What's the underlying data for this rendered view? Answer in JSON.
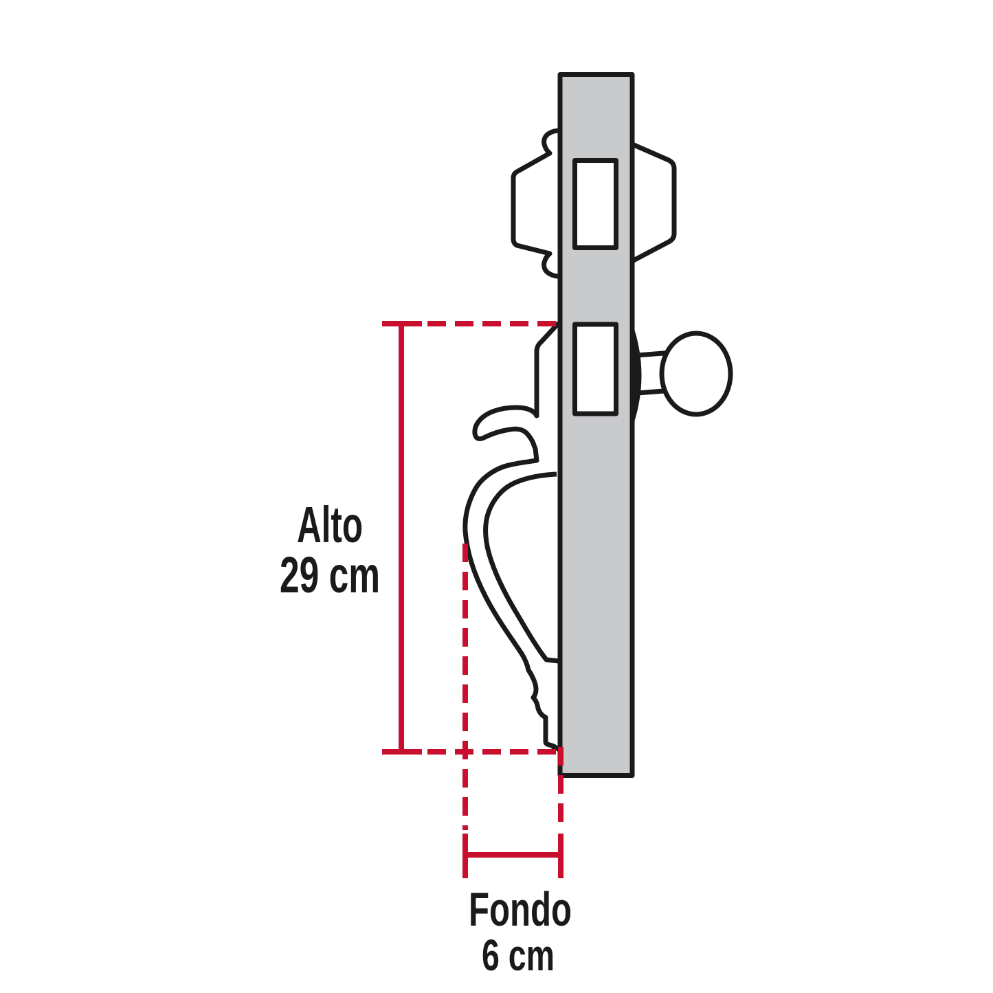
{
  "diagram": {
    "title": "lock-side-view-dimension-diagram",
    "height": {
      "label": "Alto",
      "value": "29 cm",
      "cm": 29
    },
    "depth": {
      "label": "Fondo",
      "value": "6 cm",
      "cm": 6
    },
    "colors": {
      "dimension_red": "#C8102E",
      "outline_black": "#1A1A1A",
      "door_gray": "#C9CACC",
      "background": "#FFFFFF"
    },
    "parts": [
      "door-edge-bar",
      "faceplate-cutout-top",
      "faceplate-cutout-bottom",
      "deadbolt-interior-escutcheon",
      "deadbolt-exterior-escutcheon",
      "knob-rose",
      "knob-neck",
      "door-knob-ball",
      "colonial-handle"
    ]
  }
}
